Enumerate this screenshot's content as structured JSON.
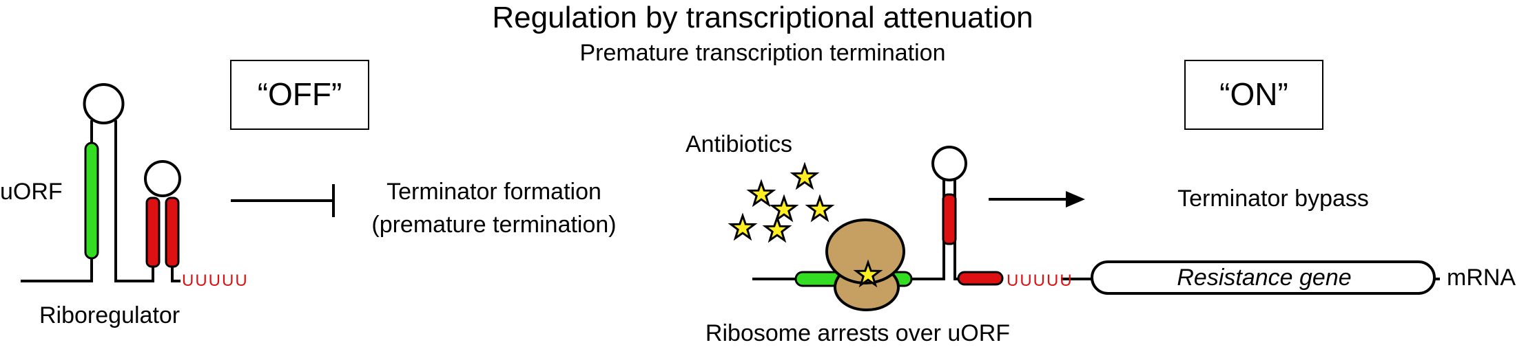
{
  "title": "Regulation by transcriptional attenuation",
  "subtitle": "Premature transcription termination",
  "left": {
    "state_label": "“OFF”",
    "uorf_label": "uORF",
    "riboregulator_label": "Riboregulator",
    "poly_u": "UUUUU",
    "outcome_line1": "Terminator formation",
    "outcome_line2": "(premature termination)"
  },
  "right": {
    "state_label": "“ON”",
    "antibiotics_label": "Antibiotics",
    "ribosome_label": "Ribosome arrests over uORF",
    "poly_u": "UUUUU",
    "outcome": "Terminator bypass",
    "gene_label": "Resistance gene",
    "mrna_label": "mRNA"
  },
  "colors": {
    "uorf": "#33dd22",
    "terminator": "#dd1111",
    "poly_u": "#dd1111",
    "ribosome": "#c6a063",
    "antibiotic_star": "#ffee22"
  }
}
